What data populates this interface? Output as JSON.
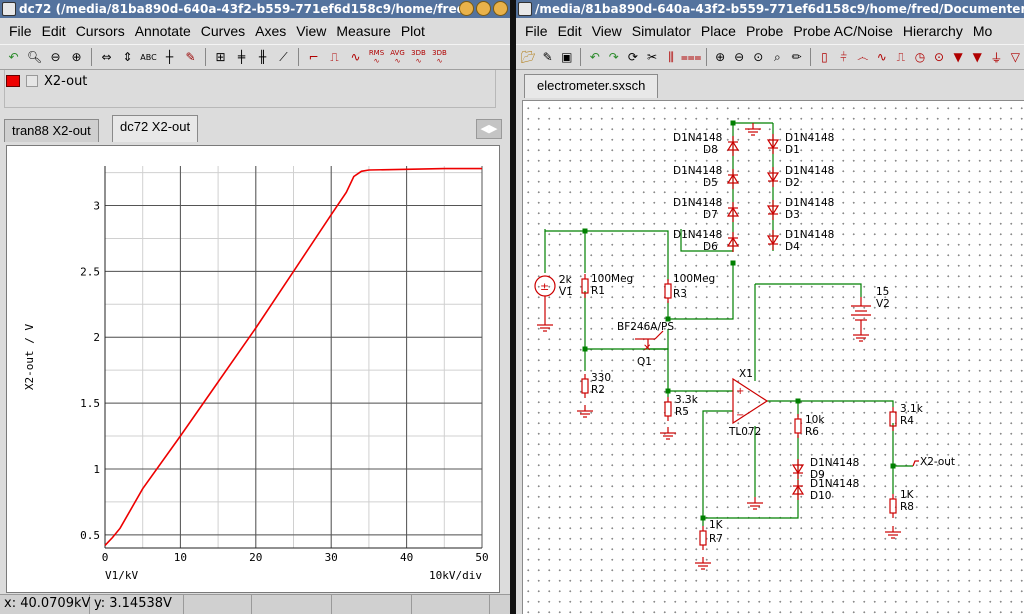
{
  "wave_window": {
    "title": "dc72 (/media/81ba890d-640a-43f2-b559-771ef6d158c9/home/fred",
    "menu": [
      "File",
      "Edit",
      "Cursors",
      "Annotate",
      "Curves",
      "Axes",
      "View",
      "Measure",
      "Plot"
    ],
    "toolbar_icons": [
      "undo-icon",
      "zoom-in-icon",
      "zoom-out-icon",
      "zoom-fit-icon",
      "zoom-x-icon",
      "zoom-y-icon",
      "label-icon",
      "cursor-icon",
      "crop-icon",
      "grid-icon",
      "grid-x-icon",
      "grid-y-icon",
      "bode-icon",
      "step-icon",
      "edge-icon",
      "ringing-icon",
      "rms-icon",
      "avg-icon",
      "3db-icon",
      "3db-hi-icon"
    ],
    "toolbar_text": {
      "rms": "RMS",
      "avg": "AVG",
      "db1": "3DB",
      "db2": "3DB"
    },
    "legend_label": "X2-out",
    "legend_color": "#ee0000",
    "tabs": [
      "tran88 X2-out",
      "dc72 X2-out"
    ],
    "active_tab": "dc72 X2-out",
    "status": {
      "x": "x: 40.0709kV",
      "y": "y: 3.14538V"
    }
  },
  "chart_data": {
    "type": "line",
    "title": "",
    "xlabel": "V1 / kV",
    "ylabel": "X2-out / V",
    "x_div_label": "10kV/div",
    "xlim": [
      0,
      50
    ],
    "ylim": [
      0.4,
      3.3
    ],
    "x_ticks": [
      0,
      10,
      20,
      30,
      40,
      50
    ],
    "y_ticks": [
      0.5,
      1,
      1.5,
      2,
      2.5,
      3
    ],
    "grid": true,
    "line_color": "#ee0000",
    "series": [
      {
        "x": [
          0,
          1,
          2,
          5,
          10,
          15,
          20,
          25,
          30,
          32,
          33,
          34,
          35,
          40,
          45,
          50
        ],
        "y": [
          0.42,
          0.48,
          0.55,
          0.85,
          1.25,
          1.66,
          2.07,
          2.5,
          2.93,
          3.1,
          3.22,
          3.26,
          3.27,
          3.275,
          3.28,
          3.28
        ]
      }
    ]
  },
  "schem_window": {
    "title": "/media/81ba890d-640a-43f2-b559-771ef6d158c9/home/fred/Documenter",
    "menu": [
      "File",
      "Edit",
      "View",
      "Simulator",
      "Place",
      "Probe",
      "Probe AC/Noise",
      "Hierarchy",
      "Mo"
    ],
    "toolbar_icons": [
      "open-icon",
      "edit-icon",
      "save-icon",
      "undo-icon",
      "redo-icon",
      "refresh-icon",
      "cut-icon",
      "component-icon",
      "bus-icon",
      "zoom-in-icon",
      "zoom-out-icon",
      "zoom-fit-icon",
      "zoom-select-icon",
      "pencil-icon",
      "resistor-icon",
      "capacitor-icon",
      "inductor-icon",
      "sine-icon",
      "pulse-icon",
      "clock-icon",
      "probe-icon",
      "diode-icon",
      "diode2-icon",
      "ground-icon",
      "supply-icon",
      "zener-icon"
    ],
    "page_tab": "electrometer.sxsch",
    "components": {
      "diodes_left": [
        {
          "model": "D1N4148",
          "ref": "D8"
        },
        {
          "model": "D1N4148",
          "ref": "D5"
        },
        {
          "model": "D1N4148",
          "ref": "D7"
        },
        {
          "model": "D1N4148",
          "ref": "D6"
        }
      ],
      "diodes_right": [
        {
          "model": "D1N4148",
          "ref": "D1"
        },
        {
          "model": "D1N4148",
          "ref": "D2"
        },
        {
          "model": "D1N4148",
          "ref": "D3"
        },
        {
          "model": "D1N4148",
          "ref": "D4"
        }
      ],
      "v1": {
        "value": "2k",
        "ref": "V1"
      },
      "r1": {
        "value": "100Meg",
        "ref": "R1"
      },
      "r3": {
        "value": "100Meg",
        "ref": "R3"
      },
      "q1": {
        "model": "BF246A/PS",
        "ref": "Q1"
      },
      "r2": {
        "value": "330",
        "ref": "R2"
      },
      "r5": {
        "value": "3.3k",
        "ref": "R5"
      },
      "x1": {
        "ref": "X1",
        "model": "TL072"
      },
      "v2": {
        "value": "15",
        "ref": "V2"
      },
      "r6": {
        "value": "10k",
        "ref": "R6"
      },
      "d9": {
        "model": "D1N4148",
        "ref": "D9"
      },
      "d10": {
        "model": "D1N4148",
        "ref": "D10"
      },
      "r4": {
        "value": "3.1k",
        "ref": "R4"
      },
      "r8": {
        "value": "1K",
        "ref": "R8"
      },
      "r7": {
        "value": "1K",
        "ref": "R7"
      },
      "out_label": "X2-out"
    }
  }
}
